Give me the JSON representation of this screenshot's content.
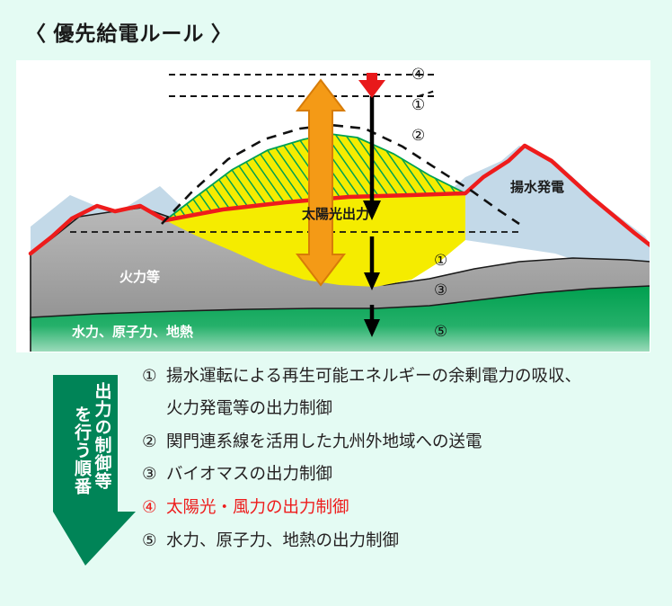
{
  "page": {
    "title": "〈 優先給電ルール 〉",
    "background_color": "#e4fbf3"
  },
  "diagram": {
    "panel_background": "#ffffff",
    "labels": {
      "solar_output": "太陽光出力",
      "pumped_storage": "揚水発電",
      "thermal": "火力等",
      "hydro_nuclear_geothermal": "水力、原子力、地熱"
    },
    "markers": [
      {
        "id": "m4",
        "text": "④"
      },
      {
        "id": "m1_top",
        "text": "①"
      },
      {
        "id": "m2_top",
        "text": "②"
      },
      {
        "id": "m1_mid",
        "text": "①"
      },
      {
        "id": "m3_mid",
        "text": "③"
      },
      {
        "id": "m5_bottom",
        "text": "⑤"
      }
    ],
    "colors": {
      "demand_line": "#ee1c1c",
      "solar_fill": "#f5ec00",
      "renewable_hatch": "#00a152",
      "pumped_storage_fill": "#c3d9e8",
      "thermal_fill": "#a8a8a8",
      "baseload_fill": "#009e4f",
      "orange_arrow": "#f49a16",
      "red_arrow": "#e8191b",
      "black_arrow": "#000000"
    }
  },
  "order_arrow": {
    "color": "#008457",
    "line_1": "出力の制御等",
    "line_2": "を行う順番"
  },
  "legend": {
    "items": [
      {
        "num": "①",
        "text": "揚水運転による再生可能エネルギーの余剰電力の吸収、",
        "sub": "火力発電等の出力制御",
        "highlight": false
      },
      {
        "num": "②",
        "text": "関門連系線を活用した九州外地域への送電",
        "sub": "",
        "highlight": false
      },
      {
        "num": "③",
        "text": "バイオマスの出力制御",
        "sub": "",
        "highlight": false
      },
      {
        "num": "④",
        "text": "太陽光・風力の出力制御",
        "sub": "",
        "highlight": true
      },
      {
        "num": "⑤",
        "text": "水力、原子力、地熱の出力制御",
        "sub": "",
        "highlight": false
      }
    ]
  }
}
